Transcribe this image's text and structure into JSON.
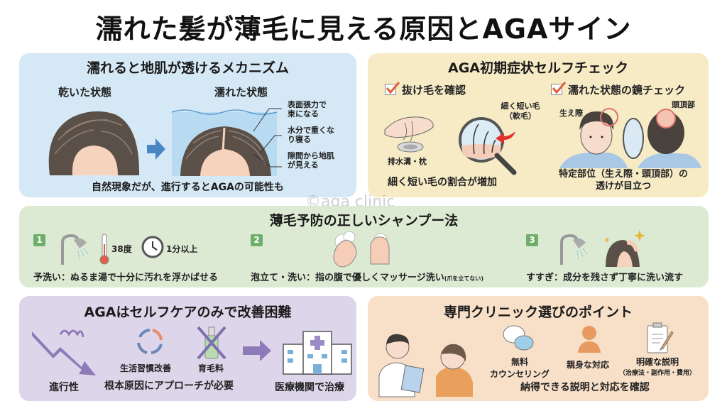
{
  "title": "濡れた髪が薄毛に見える原因とAGAサイン",
  "watermark": "©aga clinic",
  "colors": {
    "mechanism_bg": "#d5e8f5",
    "selfcheck_bg": "#f7ebc6",
    "shampoo_bg": "#dcead3",
    "selfcare_bg": "#ddd6ea",
    "clinic_bg": "#f8dfc8",
    "step_badge": "#6fae6a",
    "check_mark": "#e0603a",
    "arrow_blue": "#4a86c5",
    "arrow_purple": "#8c7bb8"
  },
  "mechanism": {
    "title": "濡れると地肌が透けるメカニズム",
    "dry_label": "乾いた状態",
    "wet_label": "濡れた状態",
    "callouts": [
      "表面張力で\n束になる",
      "水分で重くな\nり寝る",
      "隙間から地肌\nが見える"
    ],
    "callout_lines": [
      [
        "表面張力で",
        "束になる"
      ],
      [
        "水分で重くな",
        "り寝る"
      ],
      [
        "隙間から地肌",
        "が見える"
      ]
    ],
    "footer": "自然現象だが、進行するとAGAの可能性も"
  },
  "selfcheck": {
    "title": "AGA初期症状セルフチェック",
    "left": {
      "heading": "抜け毛を確認",
      "magnifier_label_1": "細く短い毛",
      "magnifier_label_2": "（軟毛）",
      "source_label": "排水溝・枕",
      "footer": "細く短い毛の割合が増加"
    },
    "right": {
      "heading": "濡れた状態の鏡チェック",
      "hairline_label": "生え際",
      "crown_label": "頭頂部",
      "footer_1": "特定部位（生え際・頭頂部）の",
      "footer_2": "透けが目立つ"
    }
  },
  "shampoo": {
    "title": "薄毛予防の正しいシャンプー法",
    "steps": [
      {
        "number": "1",
        "temp": "38度",
        "time": "1分以上",
        "caption": "予洗い：ぬるま湯で十分に汚れを浮かばせる"
      },
      {
        "number": "2",
        "caption": "泡立て・洗い：指の腹で優しくマッサージ洗い",
        "note": "(爪を立てない)"
      },
      {
        "number": "3",
        "caption": "すすぎ：成分を残さず丁寧に洗い流す"
      }
    ]
  },
  "selfcare": {
    "title": "AGAはセルフケアのみで改善困難",
    "progressive_label": "進行性",
    "lifestyle_label": "生活習慣改善",
    "tonic_label": "育毛料",
    "root_cause_label": "根本原因にアプローチが必要",
    "hospital_label": "医療機関で治療"
  },
  "clinic": {
    "title": "専門クリニック選びのポイント",
    "points": [
      {
        "line1": "無料",
        "line2": "カウンセリング"
      },
      {
        "line1": "親身な対応"
      },
      {
        "line1": "明確な説明",
        "line2": "（治療法・副作用・費用）"
      }
    ],
    "footer": "納得できる説明と対応を確認"
  }
}
